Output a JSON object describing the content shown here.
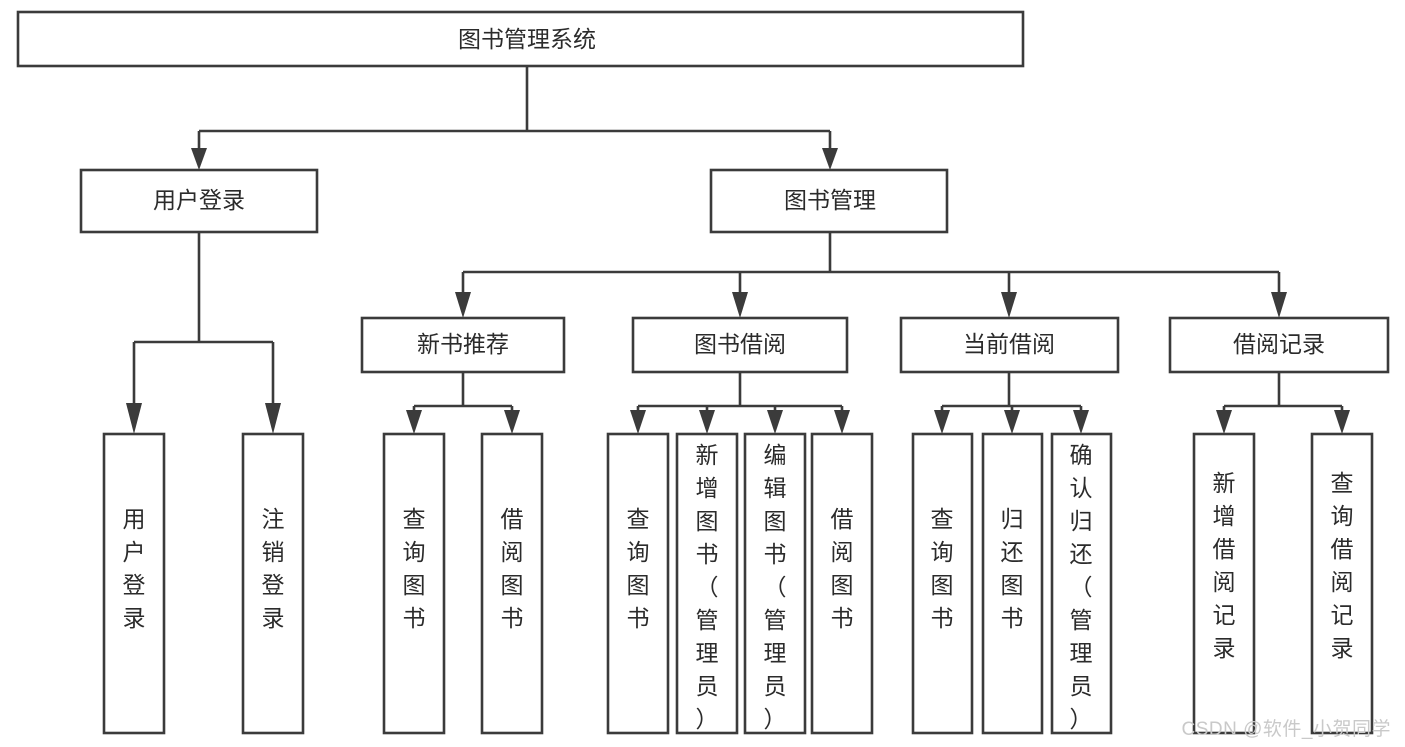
{
  "diagram": {
    "type": "hierarchy-tree",
    "title": "图书管理系统",
    "watermark": "CSDN @软件_小贺同学",
    "levels": {
      "root": {
        "label": "图书管理系统"
      },
      "level2": [
        {
          "id": "user-login",
          "label": "用户登录"
        },
        {
          "id": "book-manage",
          "label": "图书管理"
        }
      ],
      "level3": [
        {
          "id": "new-book-recommend",
          "label": "新书推荐"
        },
        {
          "id": "book-borrow",
          "label": "图书借阅"
        },
        {
          "id": "current-borrow",
          "label": "当前借阅"
        },
        {
          "id": "borrow-record",
          "label": "借阅记录"
        }
      ],
      "leaves": {
        "user-login": [
          {
            "id": "leaf-user-login",
            "label": "用户登录"
          },
          {
            "id": "leaf-user-logout",
            "label": "注销登录"
          }
        ],
        "new-book-recommend": [
          {
            "id": "leaf-query-book-1",
            "label": "查询图书"
          },
          {
            "id": "leaf-borrow-book-1",
            "label": "借阅图书"
          }
        ],
        "book-borrow": [
          {
            "id": "leaf-query-book-2",
            "label": "查询图书"
          },
          {
            "id": "leaf-add-book",
            "label": "新增图书（管理员）"
          },
          {
            "id": "leaf-edit-book",
            "label": "编辑图书（管理员）"
          },
          {
            "id": "leaf-borrow-book-2",
            "label": "借阅图书"
          }
        ],
        "current-borrow": [
          {
            "id": "leaf-query-book-3",
            "label": "查询图书"
          },
          {
            "id": "leaf-return-book",
            "label": "归还图书"
          },
          {
            "id": "leaf-confirm-return",
            "label": "确认归还（管理员）"
          }
        ],
        "borrow-record": [
          {
            "id": "leaf-add-record",
            "label": "新增借阅记录"
          },
          {
            "id": "leaf-query-record",
            "label": "查询借阅记录"
          }
        ]
      }
    },
    "colors": {
      "stroke": "#3b3b3b",
      "box_fill": "#ffffff",
      "text": "#2b2b2b",
      "watermark": "#c9c9c9",
      "background": "#ffffff"
    }
  }
}
